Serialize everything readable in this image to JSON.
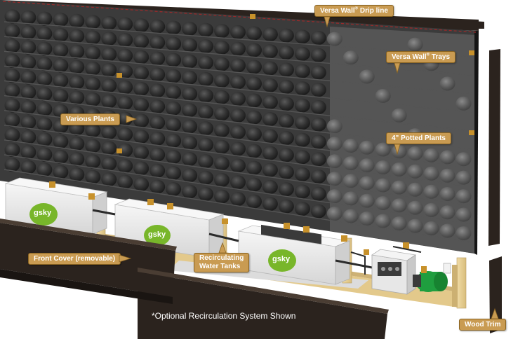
{
  "labels": {
    "drip_line": {
      "name": "Versa Wall",
      "mark": "®",
      "rest": " Drip line"
    },
    "trays": {
      "name": "Versa Wall",
      "mark": "®",
      "rest": " Trays"
    },
    "various_plants": "Various Plants",
    "potted_plants": "4\" Potted Plants",
    "front_cover": "Front Cover (removable)",
    "water_tanks_line1": "Recirculating",
    "water_tanks_line2": "Water Tanks",
    "wood_trim": "Wood Trim"
  },
  "footnote": "*Optional Recirculation System Shown",
  "tank_brand": "gsky",
  "colors": {
    "callout_fill": "#c99b52",
    "panel_dark": "#3a3a3a",
    "pot_dark": "#2d2d2d",
    "wood": "#e9d39a",
    "cover": "#2b231e",
    "tank": "#ececec",
    "brand_green": "#78b62a",
    "brass": "#c7912b",
    "pump_green": "#1f9e3f"
  }
}
